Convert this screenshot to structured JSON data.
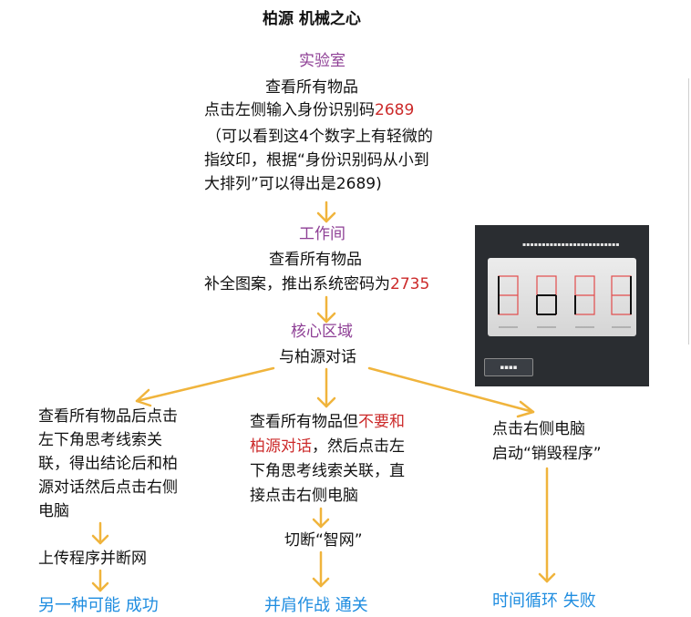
{
  "title": "柏源 机械之心",
  "stage1": {
    "name": "实验室",
    "line1": "查看所有物品",
    "line2_prefix": "点击左侧输入身份识别码",
    "line2_code": "2689",
    "note_line1": "（可以看到这4个数字上有轻微的",
    "note_line2": "指纹印，根据“身份识别码从小到",
    "note_line3": "大排列”可以得出是2689)"
  },
  "stage2": {
    "name": "工作间",
    "line1": "查看所有物品",
    "line2_prefix": "补全图案，推出系统密码为",
    "line2_code": "2735"
  },
  "stage3": {
    "name": "核心区域",
    "line1": "与柏源对话"
  },
  "branch_left": {
    "lines": [
      "查看所有物品后点击",
      "左下角思考线索关",
      "联，得出结论后和柏",
      "源对话然后点击右侧",
      "电脑"
    ],
    "step": "上传程序并断网",
    "ending": "另一种可能 成功"
  },
  "branch_middle": {
    "line1_prefix": "查看所有物品但",
    "line1_red": "不要和",
    "line2_red": "柏源对话",
    "line2_suffix": "，然后点击左",
    "line3": "下角思考线索关联，直",
    "line4": "接点击右侧电脑",
    "step": "切断“智网”",
    "ending": "并肩作战 通关"
  },
  "branch_right": {
    "line1": "点击右侧电脑",
    "line2": "启动“销毁程序”",
    "ending": "时间循环 失败"
  },
  "colors": {
    "purple": "#8e3f95",
    "red": "#cc2a2a",
    "arrow": "#f0b43c",
    "ending_blue": "#1f8de0"
  }
}
